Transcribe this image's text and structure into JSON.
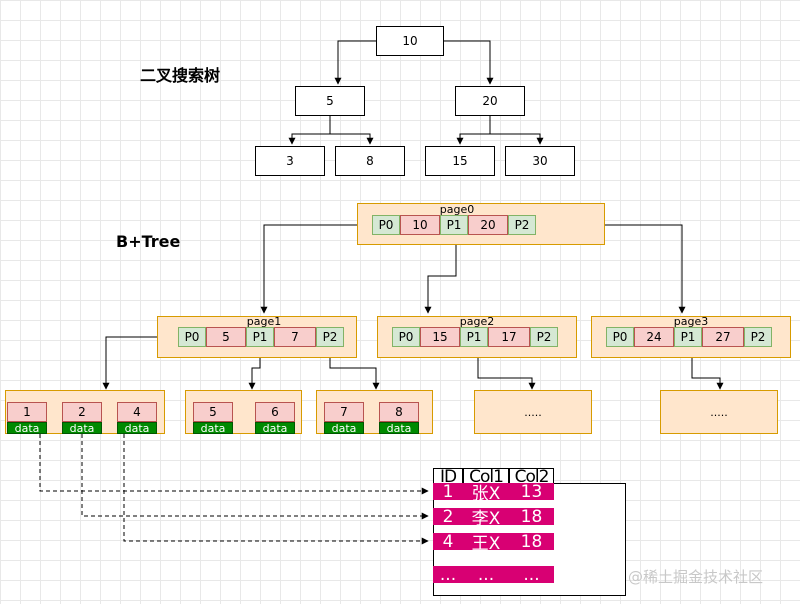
{
  "bst": {
    "title": "二叉搜索树",
    "root": "10",
    "level1": [
      "5",
      "20"
    ],
    "level2": [
      "3",
      "8",
      "15",
      "30"
    ]
  },
  "bplus": {
    "title": "B+Tree",
    "root": {
      "label": "page0",
      "cells": [
        "P0",
        "10",
        "P1",
        "20",
        "P2"
      ]
    },
    "inner": [
      {
        "label": "page1",
        "cells": [
          "P0",
          "5",
          "P1",
          "7",
          "P2"
        ]
      },
      {
        "label": "page2",
        "cells": [
          "P0",
          "15",
          "P1",
          "17",
          "P2"
        ]
      },
      {
        "label": "page3",
        "cells": [
          "P0",
          "24",
          "P1",
          "27",
          "P2"
        ]
      }
    ],
    "leaves": [
      {
        "keys": [
          "1",
          "2",
          "4"
        ],
        "data_label": "data"
      },
      {
        "keys": [
          "5",
          "6"
        ],
        "data_label": "data"
      },
      {
        "keys": [
          "7",
          "8"
        ],
        "data_label": "data"
      }
    ],
    "placeholder_leaves": [
      ".....",
      "....."
    ]
  },
  "table": {
    "headers": [
      "ID",
      "Col1",
      "Col2"
    ],
    "rows": [
      [
        "1",
        "张X",
        "13"
      ],
      [
        "2",
        "李X",
        "18"
      ],
      [
        "4",
        "王X",
        "18"
      ],
      [
        "...",
        "...",
        "..."
      ]
    ]
  },
  "watermark": "@稀土掘金技术社区"
}
